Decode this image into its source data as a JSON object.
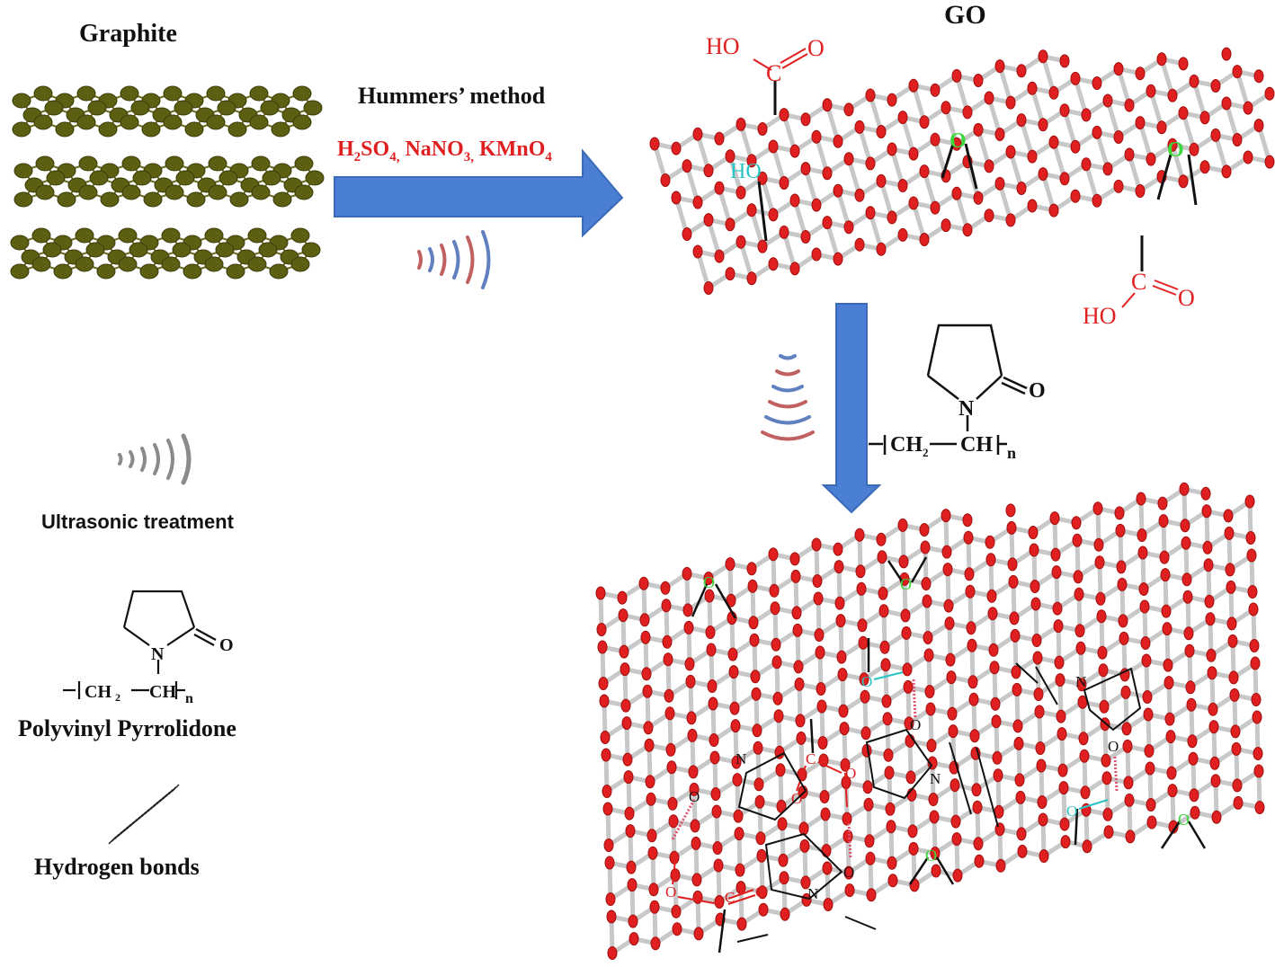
{
  "labels": {
    "graphite": "Graphite",
    "go": "GO",
    "hummers": "Hummers’ method",
    "reagents_prefix": "H",
    "reagents_sub1": "2",
    "reagents_mid1": "SO",
    "reagents_sub2": "4,",
    "reagents_mid2": " NaNO",
    "reagents_sub3": "3,",
    "reagents_mid3": " KMnO",
    "reagents_sub4": "4",
    "ultrasonic": "Ultrasonic treatment",
    "pvp": "Polyvinyl  Pyrrolidone",
    "hbonds": "Hydrogen  bonds"
  },
  "go_groups": {
    "ho": "HO",
    "c": "C",
    "o": "O",
    "epoxy_o": "O"
  },
  "pvp_formula": {
    "n_atom": "N",
    "o_atom": "O",
    "chain_left": "CH",
    "chain_sub": "2",
    "chain_right": "CH",
    "repeat": "n"
  },
  "colors": {
    "graphite_atom": "#5c5e12",
    "go_atom": "#e02020",
    "bond": "#c8c8c8",
    "arrow": "#4a7fd4",
    "reagent_text": "#e02020",
    "hydroxyl": "#2bc4c4",
    "epoxy": "#3ad83a",
    "hbond": "#e05070"
  }
}
